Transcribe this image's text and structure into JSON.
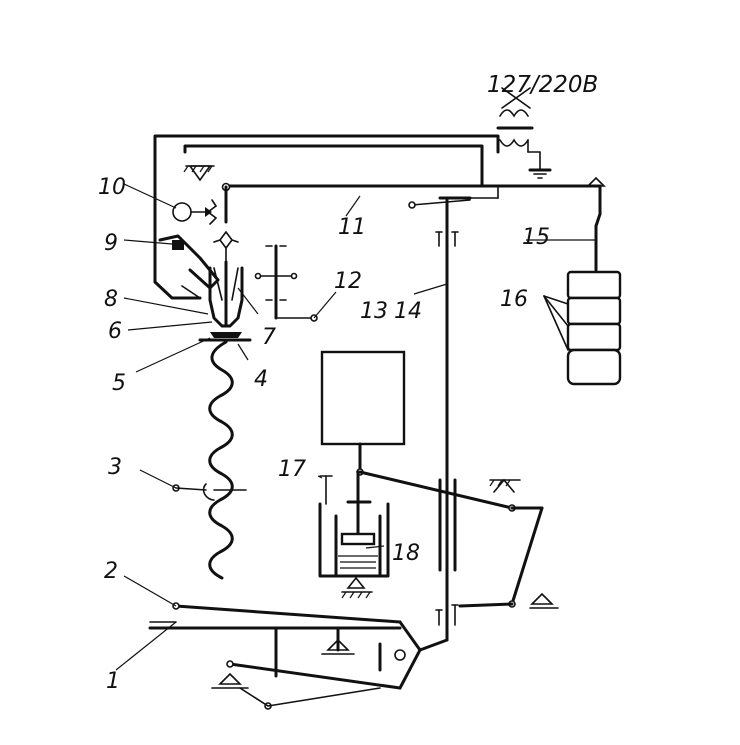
{
  "voltage_label": "127/220В",
  "labels": {
    "l1": "1",
    "l2": "2",
    "l3": "3",
    "l4": "4",
    "l5": "5",
    "l6": "6",
    "l7": "7",
    "l8": "8",
    "l9": "9",
    "l10": "10",
    "l11": "11",
    "l12": "12",
    "l13": "13",
    "l14": "14",
    "l15": "15",
    "l16": "16",
    "l17": "17",
    "l18": "18"
  }
}
